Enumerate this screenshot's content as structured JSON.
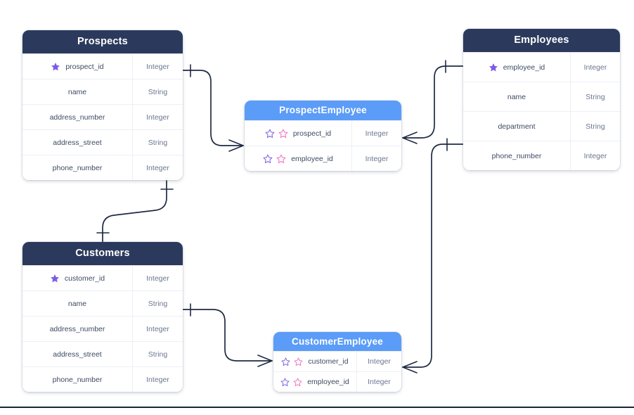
{
  "diagram": {
    "type": "entity-relationship-diagram",
    "colors": {
      "header_dark": "#2b3a5c",
      "header_blue": "#5b9cf8",
      "edge": "#1f2a44",
      "pk_star": "#7b5ce8",
      "fk_star_secondary": "#f06ec0",
      "background": "#ffffff"
    },
    "entities": [
      {
        "id": "prospects",
        "title": "Prospects",
        "header_style": "dark",
        "attributes": [
          {
            "name": "prospect_id",
            "type": "Integer",
            "keys": [
              "pk"
            ]
          },
          {
            "name": "name",
            "type": "String",
            "keys": []
          },
          {
            "name": "address_number",
            "type": "Integer",
            "keys": []
          },
          {
            "name": "address_street",
            "type": "String",
            "keys": []
          },
          {
            "name": "phone_number",
            "type": "Integer",
            "keys": []
          }
        ]
      },
      {
        "id": "customers",
        "title": "Customers",
        "header_style": "dark",
        "attributes": [
          {
            "name": "customer_id",
            "type": "Integer",
            "keys": [
              "pk"
            ]
          },
          {
            "name": "name",
            "type": "String",
            "keys": []
          },
          {
            "name": "address_number",
            "type": "Integer",
            "keys": []
          },
          {
            "name": "address_street",
            "type": "String",
            "keys": []
          },
          {
            "name": "phone_number",
            "type": "Integer",
            "keys": []
          }
        ]
      },
      {
        "id": "employees",
        "title": "Employees",
        "header_style": "dark",
        "attributes": [
          {
            "name": "employee_id",
            "type": "Integer",
            "keys": [
              "pk"
            ]
          },
          {
            "name": "name",
            "type": "String",
            "keys": []
          },
          {
            "name": "department",
            "type": "String",
            "keys": []
          },
          {
            "name": "phone_number",
            "type": "Integer",
            "keys": []
          }
        ]
      },
      {
        "id": "prospectemployee",
        "title": "ProspectEmployee",
        "header_style": "blue",
        "attributes": [
          {
            "name": "prospect_id",
            "type": "Integer",
            "keys": [
              "fk-purple",
              "fk-pink"
            ]
          },
          {
            "name": "employee_id",
            "type": "Integer",
            "keys": [
              "fk-purple",
              "fk-pink"
            ]
          }
        ]
      },
      {
        "id": "customeremployee",
        "title": "CustomerEmployee",
        "header_style": "blue",
        "attributes": [
          {
            "name": "customer_id",
            "type": "Integer",
            "keys": [
              "fk-purple",
              "fk-pink"
            ]
          },
          {
            "name": "employee_id",
            "type": "Integer",
            "keys": [
              "fk-purple",
              "fk-pink"
            ]
          }
        ]
      }
    ],
    "relationships": [
      {
        "id": "prospects-prospectemployee",
        "from": "prospects",
        "to": "prospectemployee",
        "from_cardinality": "one",
        "to_cardinality": "many"
      },
      {
        "id": "prospectemployee-employees",
        "from": "prospectemployee",
        "to": "employees",
        "from_cardinality": "many",
        "to_cardinality": "one"
      },
      {
        "id": "prospects-customers",
        "from": "prospects",
        "to": "customers",
        "from_cardinality": "one",
        "to_cardinality": "one"
      },
      {
        "id": "customers-customeremployee",
        "from": "customers",
        "to": "customeremployee",
        "from_cardinality": "one",
        "to_cardinality": "many"
      },
      {
        "id": "employees-customeremployee",
        "from": "employees",
        "to": "customeremployee",
        "from_cardinality": "one",
        "to_cardinality": "many"
      }
    ]
  }
}
